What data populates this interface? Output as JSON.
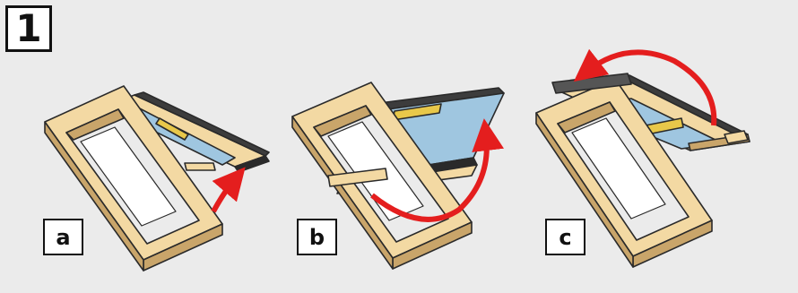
{
  "step_number": "1",
  "panels": [
    {
      "label": "a"
    },
    {
      "label": "b"
    },
    {
      "label": "c"
    }
  ],
  "colors": {
    "background": "#ebebeb",
    "frame_wood": "#f3d9a3",
    "frame_wood_dark": "#c9a56a",
    "glass": "#9fc6e0",
    "hinge_yellow": "#e8c84a",
    "arrow_red": "#e41e1e",
    "outline": "#2a2a2a"
  },
  "icons": [
    "roof-window-a-icon",
    "roof-window-b-icon",
    "roof-window-c-icon",
    "curved-arrow-icon"
  ]
}
